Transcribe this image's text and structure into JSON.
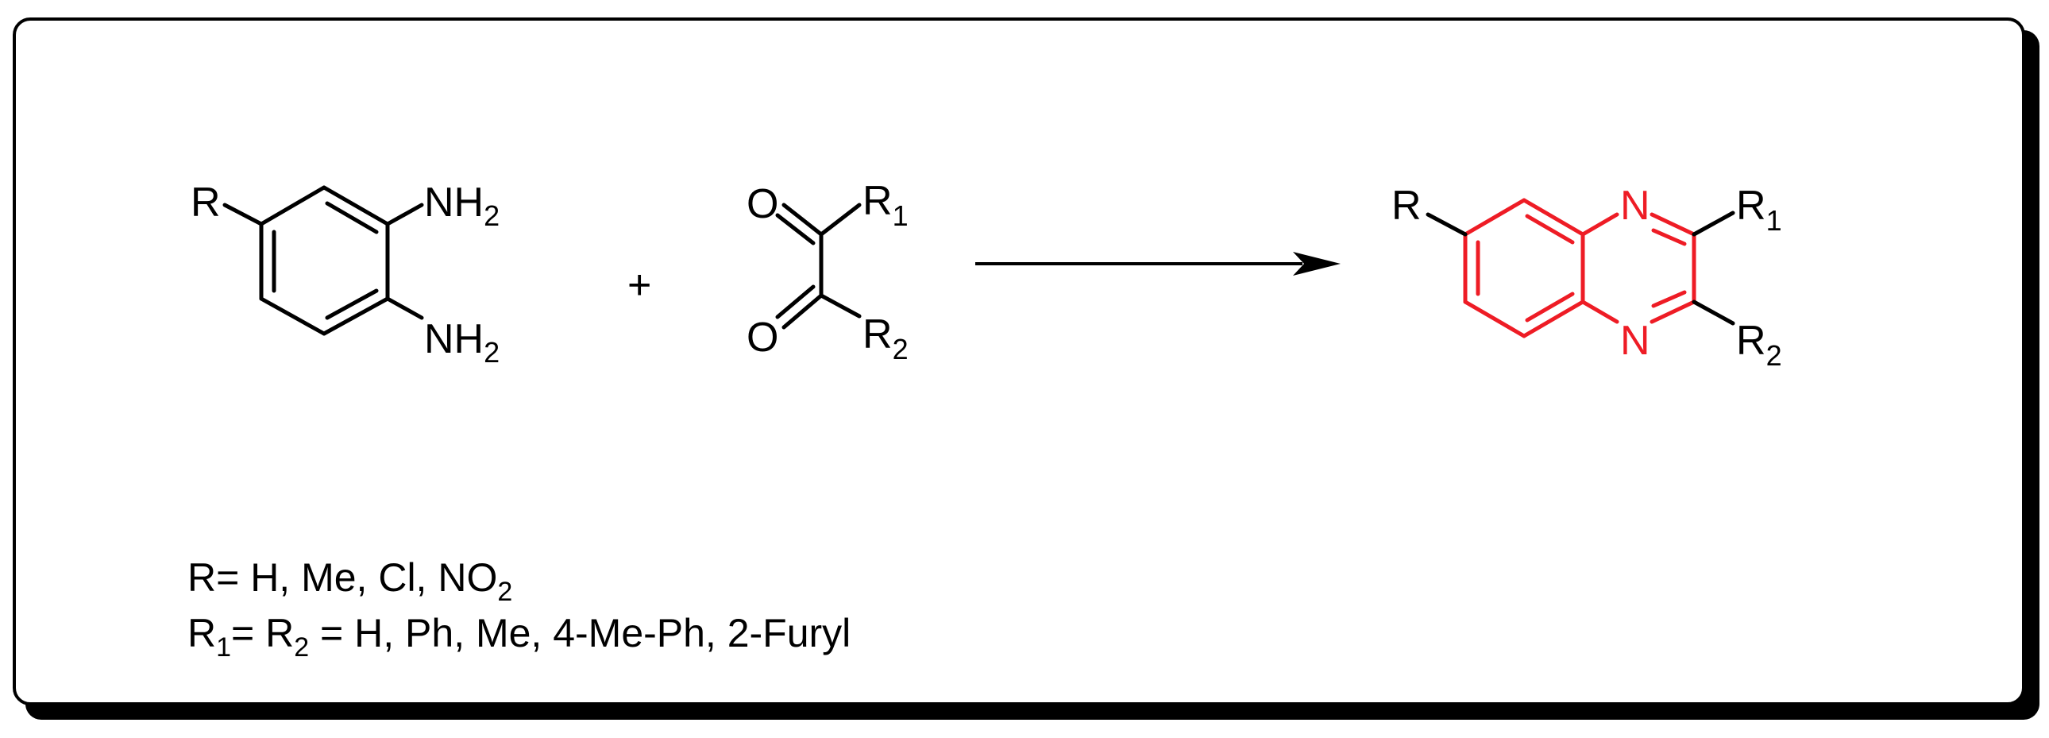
{
  "colors": {
    "ink": "#000000",
    "product": "#ee1c25",
    "background": "#ffffff",
    "shadow": "#000000"
  },
  "reactant1": {
    "r": "R",
    "nh2_top": "NH",
    "nh2_top_sub": "2",
    "nh2_bottom": "NH",
    "nh2_bottom_sub": "2"
  },
  "plus": "+",
  "reactant2": {
    "o_top": "O",
    "o_bottom": "O",
    "r1": "R",
    "r1_sub": "1",
    "r2": "R",
    "r2_sub": "2"
  },
  "product": {
    "r": "R",
    "n_top": "N",
    "n_bottom": "N",
    "r1": "R",
    "r1_sub": "1",
    "r2": "R",
    "r2_sub": "2"
  },
  "notes": {
    "line1_prefix": "R= H, Me, Cl, NO",
    "line1_sub": "2",
    "line2_r": "R",
    "line2_r_sub": "1",
    "line2_mid": "= R",
    "line2_mid_sub": "2",
    "line2_rest": " = H, Ph, Me, 4-Me-Ph, 2-Furyl"
  }
}
